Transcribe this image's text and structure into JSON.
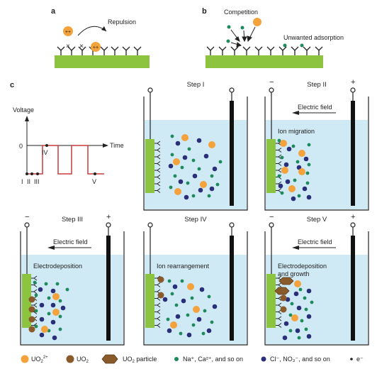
{
  "panels": {
    "a": "a",
    "b": "b",
    "c": "c"
  },
  "panel_a": {
    "label": "Repulsion",
    "ion_charge": "++"
  },
  "panel_b": {
    "competition": "Competition",
    "unwanted": "Unwanted adsorption"
  },
  "waveform": {
    "y_label": "Voltage",
    "x_label": "Time",
    "zero": "0",
    "markers": [
      "I",
      "II",
      "III",
      "IV",
      "V"
    ]
  },
  "signs": {
    "minus": "−",
    "plus": "+"
  },
  "steps": [
    {
      "title": "Step I",
      "field": "",
      "text1": "",
      "text2": ""
    },
    {
      "title": "Step II",
      "field": "Electric field",
      "text1": "Ion migration",
      "text2": ""
    },
    {
      "title": "Step III",
      "field": "Electric field",
      "text1": "Electrodeposition",
      "text2": ""
    },
    {
      "title": "Step IV",
      "field": "",
      "text1": "Ion rearrangement",
      "text2": ""
    },
    {
      "title": "Step V",
      "field": "Electric field",
      "text1": "Electrodeposition",
      "text2": "and growth"
    }
  ],
  "legend": {
    "uo2_ion": "UO",
    "uo2_ion_sub": "2",
    "uo2_ion_sup": "2+",
    "uo2": "UO",
    "uo2_sub": "2",
    "particle": "UO",
    "particle_sub": "2",
    "particle_rest": " particle",
    "cations": "Na⁺, Ca²⁺, and so on",
    "anions": "Cl⁻, NO₃⁻, and so on",
    "electron": "e⁻"
  },
  "colors": {
    "electrode_green": "#8dc43f",
    "water_blue": "#cfe9f5",
    "uranyl_orange": "#f4a23b",
    "uo2_brown": "#8a5a2b",
    "cation_green": "#1d8a5c",
    "anion_navy": "#2b2f7a",
    "waveform_red": "#c83a3a"
  }
}
